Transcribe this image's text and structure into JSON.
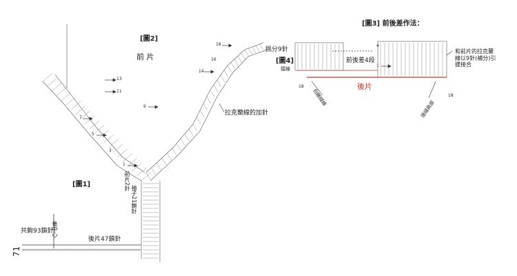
{
  "figures": {
    "fig1_label": "[圖1]",
    "fig2_label": "[圖2]",
    "fig2_title": "前 片",
    "fig3_label": "[圖3] 前後差作法：",
    "fig4_label": "[圖4]"
  },
  "annotations": {
    "front_count": "前片2針",
    "sleeve_count": "袖子21鎖針",
    "raglan_increase": "拉克蘭線的加針",
    "divide_9": "挑分9針",
    "connect": "接線",
    "back_8_rows": "前後差4段",
    "join_text": "和前片的拉克蘭線以9針(補分)引拔接合",
    "back_piece": "後片",
    "armhole_left": "包腋縫線",
    "armhole_right": "接縫肩部",
    "back_center": "後中心",
    "back_47": "後片47鎖針",
    "total_93": "共鉤93鎖針",
    "page_number": "71"
  },
  "row_numbers": {
    "r13": "13",
    "r11": "11",
    "r9": "9",
    "r7": "7",
    "r5": "5",
    "r3": "3",
    "r1": "1",
    "r14": "14",
    "r16": "16",
    "r18": "18",
    "fig3_row1": "1",
    "fig3_row4": "4",
    "fig4_18": "18",
    "fig3_18": "18"
  },
  "colors": {
    "line": "#333333",
    "red": "#c0392b",
    "grid": "#7a7a7a"
  }
}
